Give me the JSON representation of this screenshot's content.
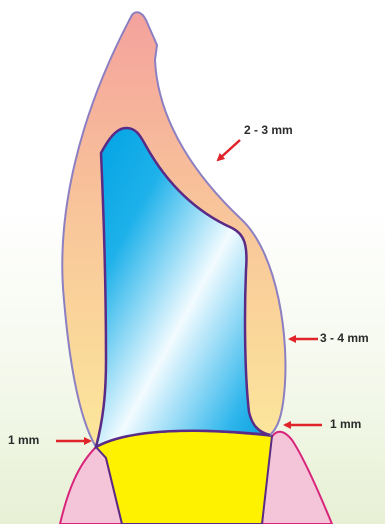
{
  "annotations": {
    "top": "2 - 3 mm",
    "side": "3 - 4 mm",
    "cervical_right": "1 mm",
    "cervical_left": "1 mm"
  },
  "colors": {
    "crown_top": "#f4a8a0",
    "crown_bottom": "#fbe59a",
    "core_blue": "#00a6e3",
    "core_light": "#eef8fc",
    "outline": "#5a2b86",
    "gum": "#f4c4d8",
    "gum_outline": "#d8247a",
    "abutment": "#fff200",
    "arrow": "#e0242a"
  }
}
